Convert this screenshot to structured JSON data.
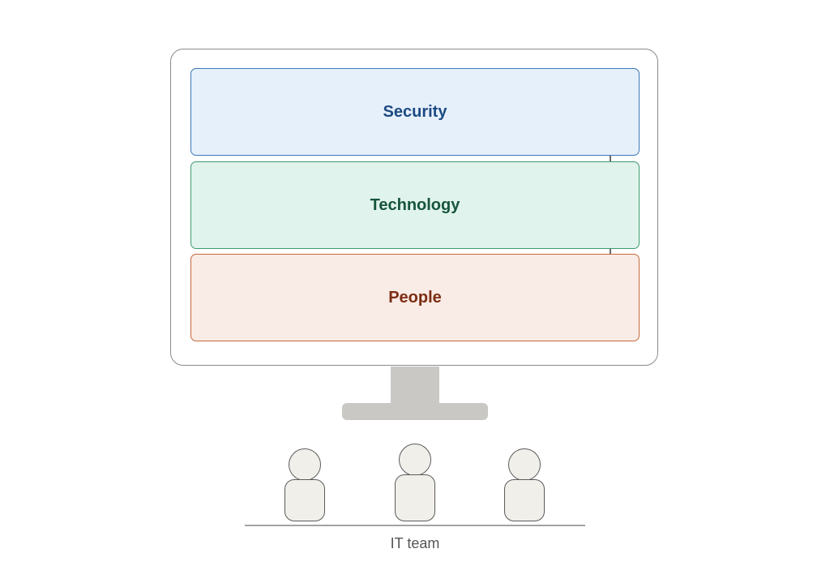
{
  "layers": {
    "security": {
      "label": "Security"
    },
    "technology": {
      "label": "Technology"
    },
    "people": {
      "label": "People"
    }
  },
  "team": {
    "label": "IT team",
    "member_icons": [
      "person-icon",
      "person-icon",
      "person-icon"
    ]
  },
  "colors": {
    "security_fill": "#e6f0fb",
    "security_text": "#1c4a82",
    "technology_fill": "#e0f3ec",
    "technology_text": "#17553c",
    "people_fill": "#f9ebe5",
    "people_text": "#7c2d12",
    "stand": "#c9c8c4"
  }
}
